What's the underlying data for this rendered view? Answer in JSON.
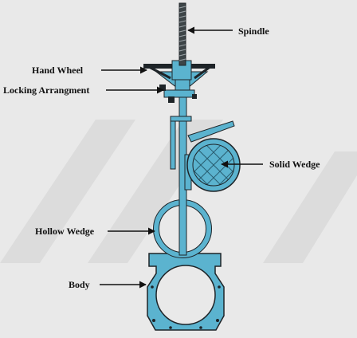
{
  "labels": {
    "spindle": "Spindle",
    "hand_wheel": "Hand Wheel",
    "locking": "Locking Arrangment",
    "solid_wedge": "Solid Wedge",
    "hollow_wedge": "Hollow Wedge",
    "body": "Body"
  },
  "colors": {
    "valve_fill": "#5bb3cf",
    "outline": "#1e2428",
    "background": "#e9e9e9"
  }
}
